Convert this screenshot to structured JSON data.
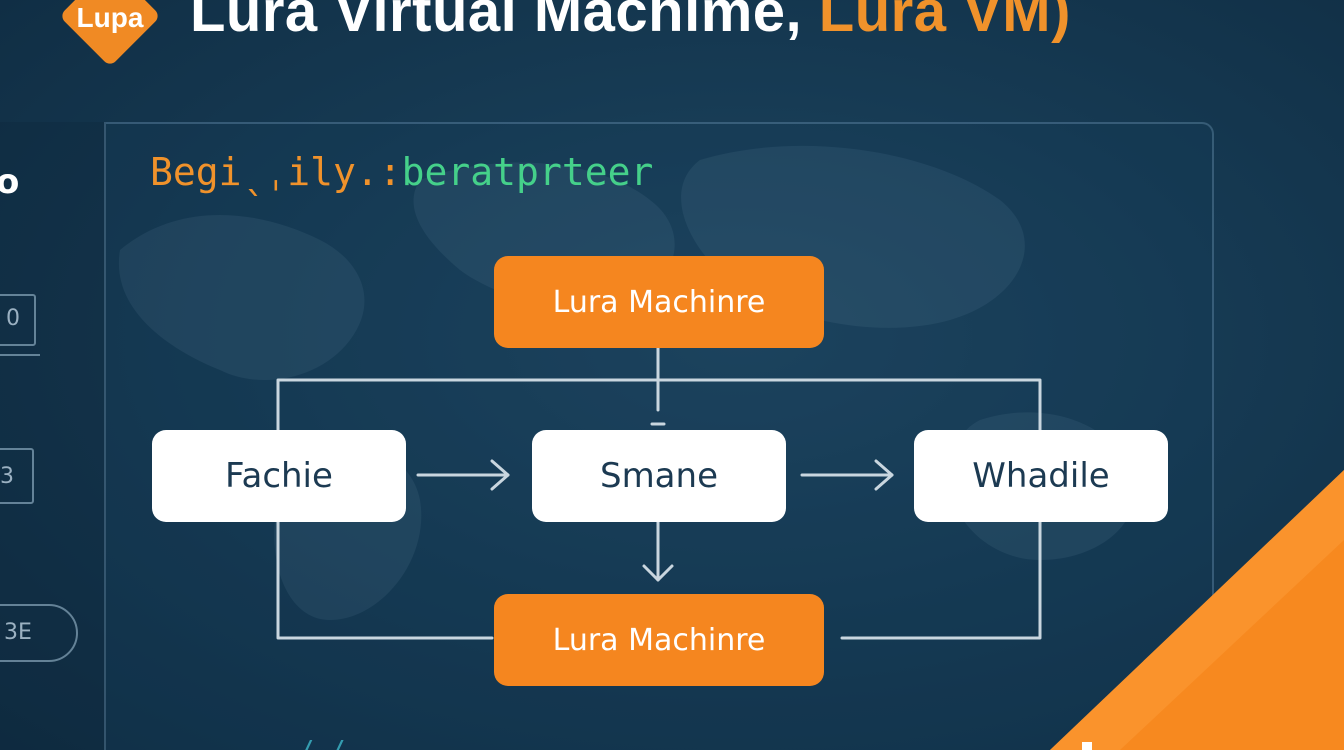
{
  "header": {
    "logo_text": "Lupa",
    "title_main": "Lura Virtual Machime, ",
    "title_accent": "Lura VM)"
  },
  "sidebar": {
    "top_text": "o",
    "box1_text": "0",
    "box2_text": "3",
    "pill_text": "3E"
  },
  "code": {
    "prefix": "Begiˎˌily.:",
    "rest": "beratprteer"
  },
  "diagram": {
    "nodes": {
      "top": "Lura Machinre",
      "left": "Fachie",
      "center": "Smane",
      "right": "Whadile",
      "bottom": "Lura Machinre"
    }
  },
  "bottom_snippet": "- - /-/ -",
  "colors": {
    "background": "#163a53",
    "accent_orange": "#f5861f",
    "code_green": "#45d08a",
    "connector": "#c9d6df",
    "node_white": "#ffffff"
  }
}
